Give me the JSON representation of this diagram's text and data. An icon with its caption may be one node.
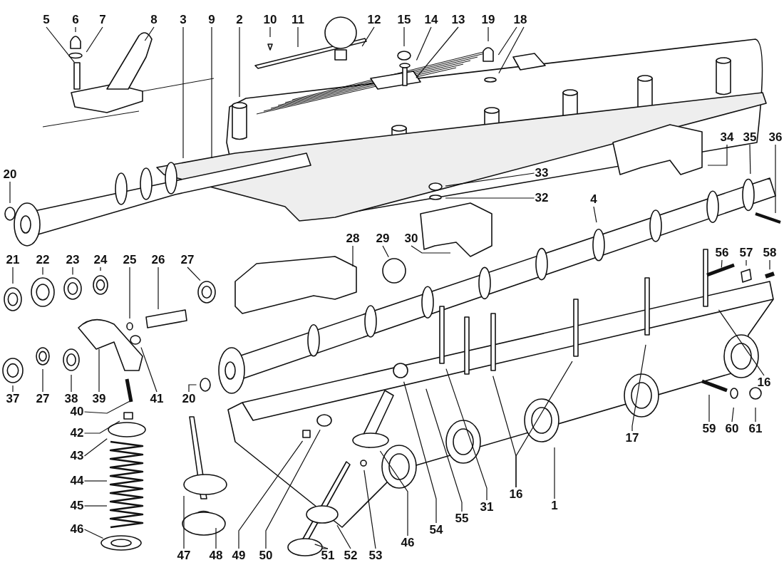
{
  "diagram": {
    "nodes": [
      {
        "text": [
          "5"
        ]
      },
      {
        "text": [
          "6"
        ]
      },
      {
        "text": [
          "7"
        ]
      },
      {
        "text": [
          "8"
        ]
      },
      {
        "text": [
          "3"
        ]
      },
      {
        "text": [
          "9"
        ]
      },
      {
        "text": [
          "2"
        ]
      },
      {
        "text": [
          "10"
        ]
      },
      {
        "text": [
          "11"
        ]
      },
      {
        "text": [
          "12"
        ]
      },
      {
        "text": [
          "15"
        ]
      },
      {
        "text": [
          "14"
        ]
      },
      {
        "text": [
          "13"
        ]
      },
      {
        "text": [
          "19"
        ]
      },
      {
        "text": [
          "18"
        ]
      },
      {
        "text": [
          "20"
        ]
      },
      {
        "text": [
          "33"
        ]
      },
      {
        "text": [
          "34"
        ]
      },
      {
        "text": [
          "35"
        ]
      },
      {
        "text": [
          "36"
        ]
      },
      {
        "text": [
          "32"
        ]
      },
      {
        "text": [
          "4"
        ]
      },
      {
        "text": [
          "28"
        ]
      },
      {
        "text": [
          "29"
        ]
      },
      {
        "text": [
          "30"
        ]
      },
      {
        "text": [
          "56"
        ]
      },
      {
        "text": [
          "57"
        ]
      },
      {
        "text": [
          "58"
        ]
      },
      {
        "text": [
          "21"
        ]
      },
      {
        "text": [
          "22"
        ]
      },
      {
        "text": [
          "23"
        ]
      },
      {
        "text": [
          "24"
        ]
      },
      {
        "text": [
          "25"
        ]
      },
      {
        "text": [
          "26"
        ]
      },
      {
        "text": [
          "27"
        ]
      },
      {
        "text": [
          "16"
        ]
      },
      {
        "text": [
          "37"
        ]
      },
      {
        "text": [
          "27"
        ]
      },
      {
        "text": [
          "38"
        ]
      },
      {
        "text": [
          "39"
        ]
      },
      {
        "text": [
          "41"
        ]
      },
      {
        "text": [
          "20"
        ]
      },
      {
        "text": [
          "59"
        ]
      },
      {
        "text": [
          "60"
        ]
      },
      {
        "text": [
          "61"
        ]
      },
      {
        "text": [
          "40"
        ]
      },
      {
        "text": [
          "42"
        ]
      },
      {
        "text": [
          "17"
        ]
      },
      {
        "text": [
          "43"
        ]
      },
      {
        "text": [
          "44"
        ]
      },
      {
        "text": [
          "45"
        ]
      },
      {
        "text": [
          "46"
        ]
      },
      {
        "text": [
          "47"
        ]
      },
      {
        "text": [
          "48"
        ]
      },
      {
        "text": [
          "49"
        ]
      },
      {
        "text": [
          "50"
        ]
      },
      {
        "text": [
          "51"
        ]
      },
      {
        "text": [
          "52"
        ]
      },
      {
        "text": [
          "53"
        ]
      },
      {
        "text": [
          "46"
        ]
      },
      {
        "text": [
          "54"
        ]
      },
      {
        "text": [
          "55"
        ]
      },
      {
        "text": [
          "31"
        ]
      },
      {
        "text": [
          "16"
        ]
      },
      {
        "text": [
          "1"
        ]
      }
    ],
    "edges": [
      {
        "from": 0,
        "to": null,
        "arrow": "none"
      },
      {
        "from": 1,
        "to": null,
        "arrow": "none"
      },
      {
        "from": 2,
        "to": null,
        "arrow": "none"
      },
      {
        "from": 3,
        "to": null,
        "arrow": "none"
      },
      {
        "from": 4,
        "to": null,
        "arrow": "none"
      },
      {
        "from": 5,
        "to": null,
        "arrow": "none"
      },
      {
        "from": 6,
        "to": null,
        "arrow": "none"
      },
      {
        "from": 7,
        "to": null,
        "arrow": "none"
      },
      {
        "from": 8,
        "to": null,
        "arrow": "none"
      },
      {
        "from": 9,
        "to": null,
        "arrow": "none"
      },
      {
        "from": 10,
        "to": null,
        "arrow": "none"
      },
      {
        "from": 11,
        "to": null,
        "arrow": "none"
      },
      {
        "from": 12,
        "to": null,
        "arrow": "none"
      },
      {
        "from": 13,
        "to": null,
        "arrow": "none"
      },
      {
        "from": 14,
        "to": null,
        "arrow": "none"
      },
      {
        "from": 14,
        "to": null,
        "arrow": "none"
      },
      {
        "from": 15,
        "to": null,
        "arrow": "none"
      },
      {
        "from": 16,
        "to": null,
        "arrow": "none"
      },
      {
        "from": 17,
        "to": null,
        "arrow": "none"
      },
      {
        "from": 18,
        "to": null,
        "arrow": "none"
      },
      {
        "from": 19,
        "to": null,
        "arrow": "none"
      },
      {
        "from": 20,
        "to": null,
        "arrow": "none"
      },
      {
        "from": 21,
        "to": null,
        "arrow": "none"
      },
      {
        "from": 22,
        "to": null,
        "arrow": "none"
      },
      {
        "from": 23,
        "to": null,
        "arrow": "none"
      },
      {
        "from": 24,
        "to": null,
        "arrow": "none"
      },
      {
        "from": 25,
        "to": null,
        "arrow": "none"
      },
      {
        "from": 26,
        "to": null,
        "arrow": "none"
      },
      {
        "from": 27,
        "to": null,
        "arrow": "none"
      },
      {
        "from": 28,
        "to": null,
        "arrow": "none"
      },
      {
        "from": 29,
        "to": null,
        "arrow": "none"
      },
      {
        "from": 30,
        "to": null,
        "arrow": "none"
      },
      {
        "from": 31,
        "to": null,
        "arrow": "none"
      },
      {
        "from": 32,
        "to": null,
        "arrow": "none"
      },
      {
        "from": 33,
        "to": null,
        "arrow": "none"
      },
      {
        "from": 34,
        "to": null,
        "arrow": "none"
      },
      {
        "from": 35,
        "to": null,
        "arrow": "none"
      },
      {
        "from": 36,
        "to": null,
        "arrow": "none"
      },
      {
        "from": 37,
        "to": null,
        "arrow": "none"
      },
      {
        "from": 38,
        "to": null,
        "arrow": "none"
      },
      {
        "from": 39,
        "to": null,
        "arrow": "none"
      },
      {
        "from": 40,
        "to": null,
        "arrow": "none"
      },
      {
        "from": 41,
        "to": null,
        "arrow": "none"
      },
      {
        "from": 42,
        "to": null,
        "arrow": "none"
      },
      {
        "from": 43,
        "to": null,
        "arrow": "none"
      },
      {
        "from": 44,
        "to": null,
        "arrow": "none"
      },
      {
        "from": 45,
        "to": null,
        "arrow": "none"
      },
      {
        "from": 46,
        "to": null,
        "arrow": "none"
      },
      {
        "from": 47,
        "to": null,
        "arrow": "none"
      },
      {
        "from": 48,
        "to": null,
        "arrow": "none"
      },
      {
        "from": 49,
        "to": null,
        "arrow": "none"
      },
      {
        "from": 50,
        "to": null,
        "arrow": "none"
      },
      {
        "from": 51,
        "to": null,
        "arrow": "none"
      },
      {
        "from": 52,
        "to": null,
        "arrow": "none"
      },
      {
        "from": 53,
        "to": null,
        "arrow": "none"
      },
      {
        "from": 54,
        "to": null,
        "arrow": "none"
      },
      {
        "from": 55,
        "to": null,
        "arrow": "none"
      },
      {
        "from": 56,
        "to": null,
        "arrow": "none"
      },
      {
        "from": 56,
        "to": null,
        "arrow": "none"
      },
      {
        "from": 57,
        "to": null,
        "arrow": "none"
      },
      {
        "from": 58,
        "to": null,
        "arrow": "none"
      },
      {
        "from": 59,
        "to": null,
        "arrow": "none"
      },
      {
        "from": 60,
        "to": null,
        "arrow": "none"
      },
      {
        "from": 61,
        "to": null,
        "arrow": "none"
      },
      {
        "from": 62,
        "to": null,
        "arrow": "none"
      },
      {
        "from": 63,
        "to": null,
        "arrow": "none"
      },
      {
        "from": 63,
        "to": null,
        "arrow": "none"
      },
      {
        "from": 64,
        "to": null,
        "arrow": "none"
      }
    ]
  }
}
